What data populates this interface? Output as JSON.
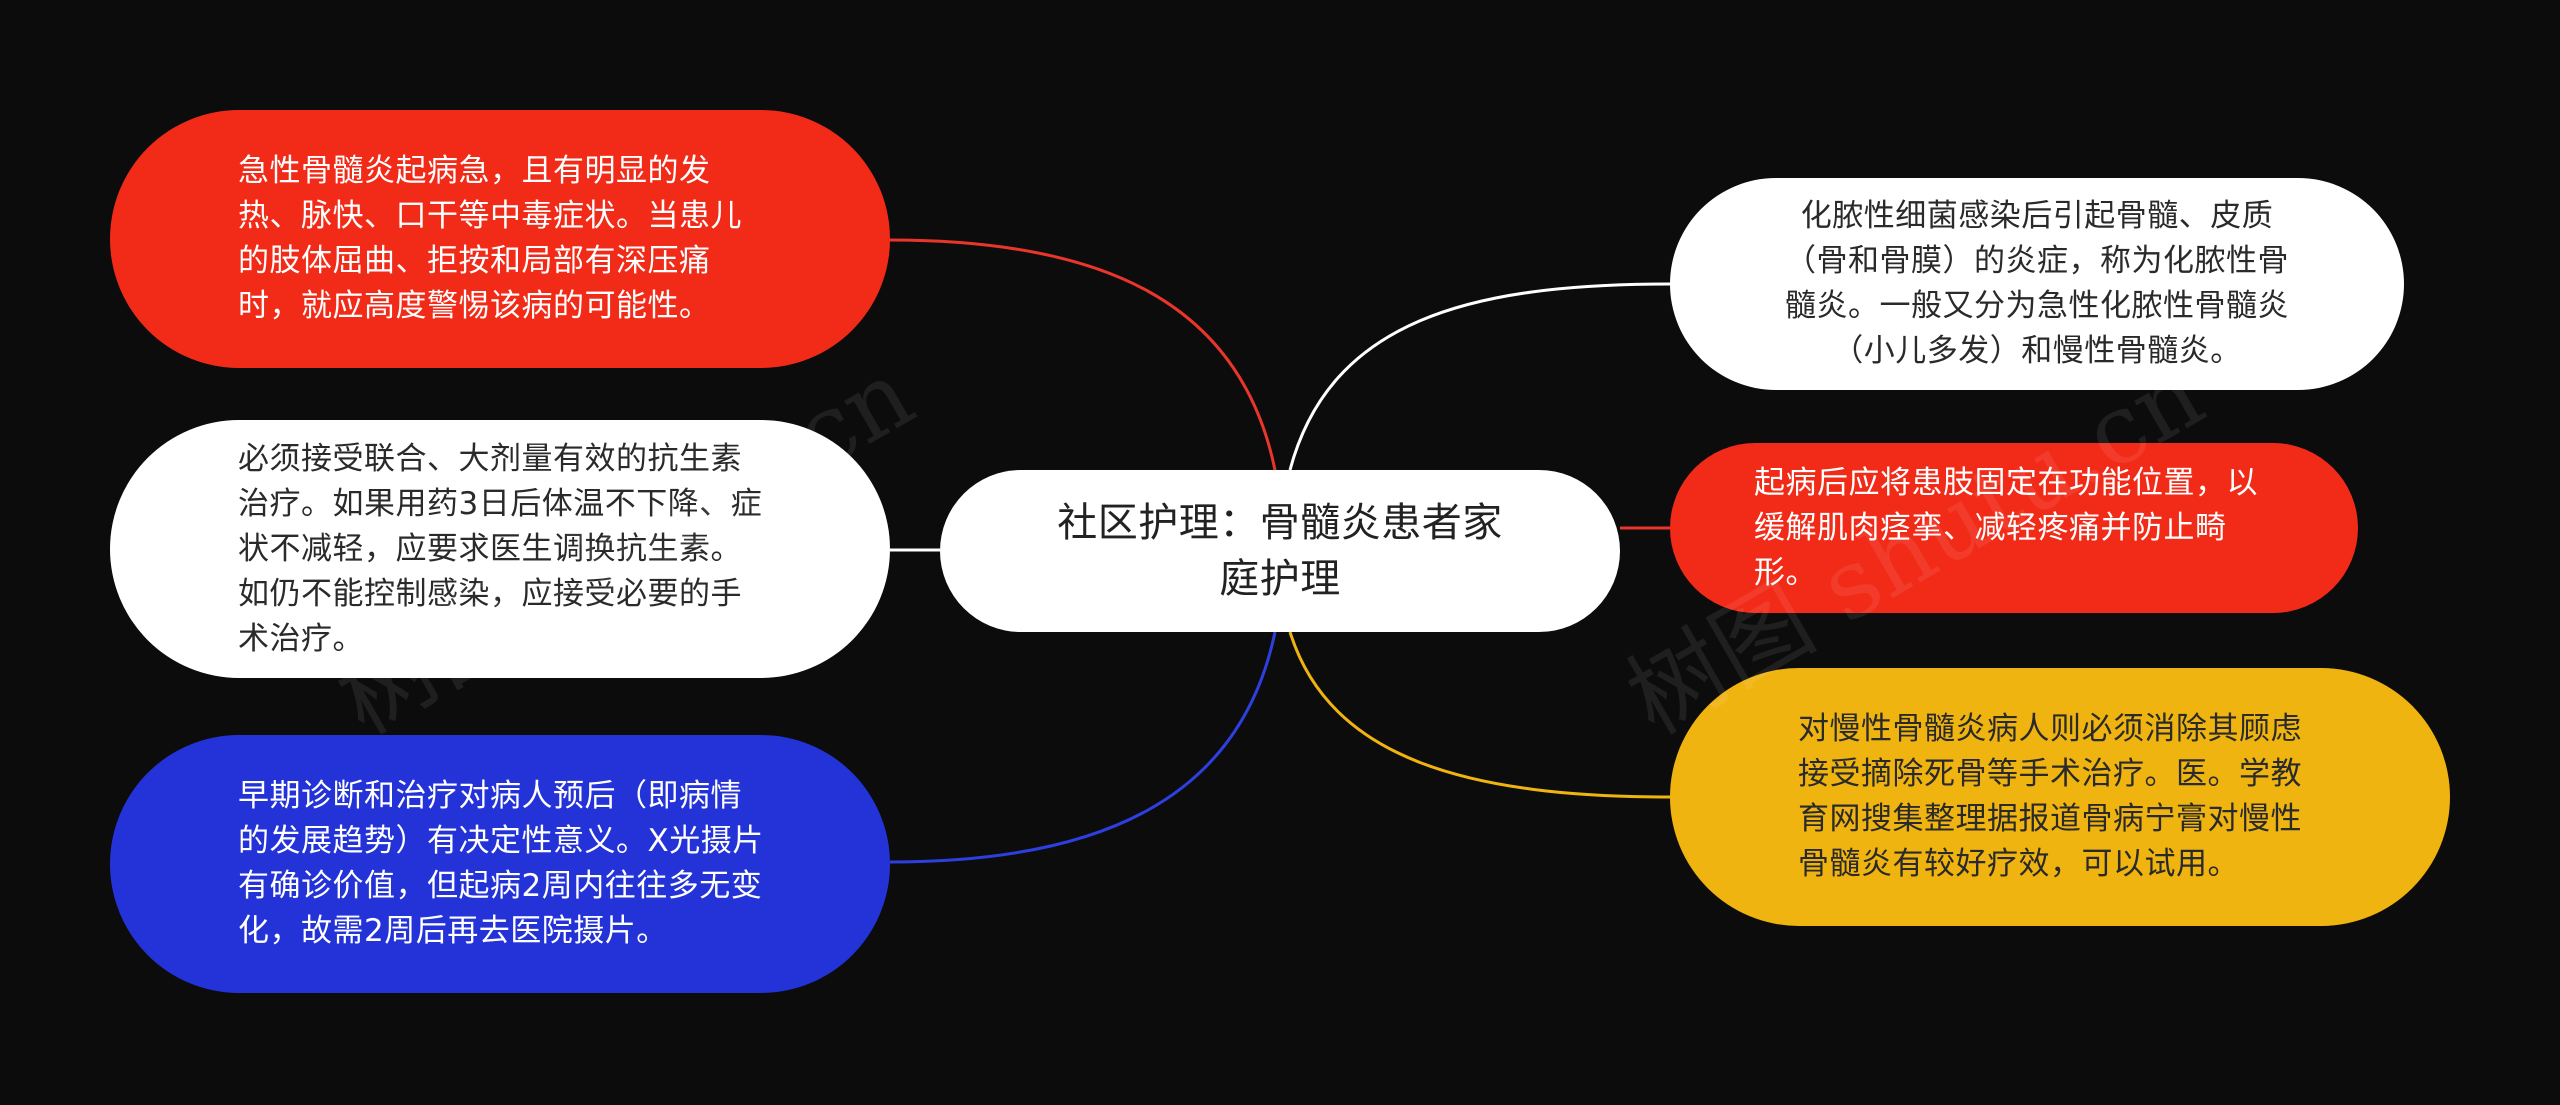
{
  "center": {
    "title": "社区护理：骨髓炎患者家\n庭护理"
  },
  "colors": {
    "background": "#0c0c0d",
    "red": "#f12b18",
    "blue": "#2433d8",
    "yellow": "#f0b411",
    "white": "#ffffff",
    "link_white": "#ffffff",
    "link_red": "#e8362a",
    "link_blue": "#2e3fe0",
    "link_yellow": "#f0b411"
  },
  "nodes": {
    "left1": "急性骨髓炎起病急，且有明显的发热、脉快、口干等中毒症状。当患儿的肢体屈曲、拒按和局部有深压痛时，就应高度警惕该病的可能性。",
    "left2": "必须接受联合、大剂量有效的抗生素治疗。如果用药3日后体温不下降、症状不减轻，应要求医生调换抗生素。如仍不能控制感染，应接受必要的手术治疗。",
    "left3": "早期诊断和治疗对病人预后（即病情的发展趋势）有决定性意义。X光摄片有确诊价值，但起病2周内往往多无变化，故需2周后再去医院摄片。",
    "right1": "化脓性细菌感染后引起骨髓、皮质（骨和骨膜）的炎症，称为化脓性骨髓炎。一般又分为急性化脓性骨髓炎（小儿多发）和慢性骨髓炎。",
    "right2": "起病后应将患肢固定在功能位置，以缓解肌肉痉挛、减轻疼痛并防止畸形。",
    "right3": "对慢性骨髓炎病人则必须消除其顾虑接受摘除死骨等手术治疗。医。学教育网搜集整理据报道骨病宁膏对慢性骨髓炎有较好疗效，可以试用。"
  },
  "watermark": {
    "left": "树图 shutu.cn",
    "right": "树图 shutu.cn"
  }
}
